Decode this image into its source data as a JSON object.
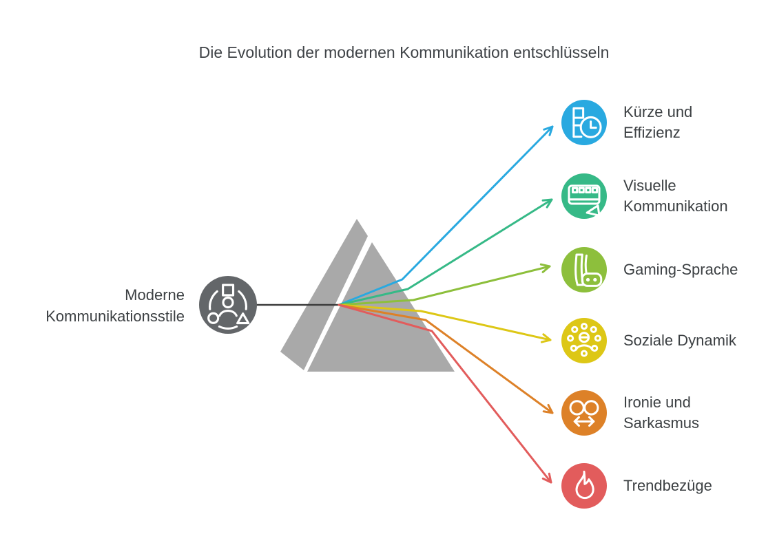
{
  "title": "Die Evolution der modernen Kommunikation entschlüsseln",
  "source": {
    "label": "Moderne\nKommunikationsstile",
    "icon": "communication-styles-icon",
    "color": "#636669"
  },
  "prism": {
    "body_color": "#a9a9a9",
    "beam_color": "#3c3c3c"
  },
  "spectrum": {
    "items": [
      {
        "label": "Kürze und\nEffizienz",
        "icon": "document-clock-icon",
        "color": "#29a9e0"
      },
      {
        "label": "Visuelle\nKommunikation",
        "icon": "film-megaphone-icon",
        "color": "#36b987"
      },
      {
        "label": "Gaming-Sprache",
        "icon": "console-gamepad-icon",
        "color": "#8dbf3c"
      },
      {
        "label": "Soziale Dynamik",
        "icon": "person-network-icon",
        "color": "#ddc716"
      },
      {
        "label": "Ironie und\nSarkasmus",
        "icon": "eyes-swap-arrow-icon",
        "color": "#dd8128"
      },
      {
        "label": "Trendbezüge",
        "icon": "flame-icon",
        "color": "#e25c5c"
      }
    ]
  }
}
